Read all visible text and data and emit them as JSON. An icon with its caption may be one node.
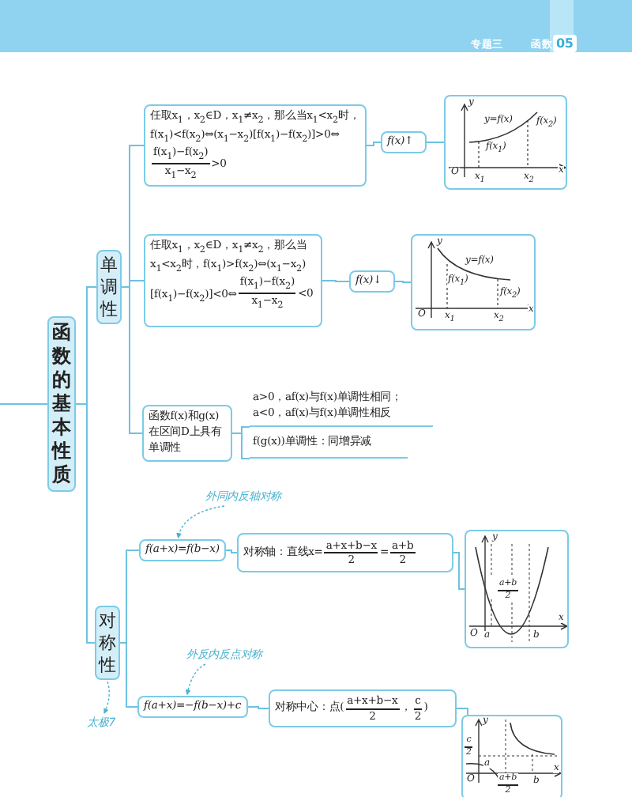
{
  "diagram": {
    "nodes": [
      {
        "text": [
          "函数的基本性质"
        ]
      },
      {
        "text": [
          "单调性"
        ]
      },
      {
        "text": [
          "对称性"
        ]
      },
      {
        "text": [
          "任取x$_{1}$，x$_{2}$∈D，x$_{1}$≠x$_{2}$，那么当x$_{1}$<x$_{2}$时，f(x$_{1}$)<f(x$_{2}$)⇔(x$_{1}$−x$_{2}$)[f(x$_{1}$)−f(x$_{2}$)]>0⇔",
          "f(x$_{1}$)−f(x$_{2}$)",
          "x$_{1}$−x$_{2}$",
          ">0"
        ]
      },
      {
        "text": [
          "f(x)↑"
        ]
      },
      {
        "text": [
          "y",
          "y=f(x)",
          "f(x$_{2}$)",
          "f(x$_{1}$)",
          "O",
          "x$_{1}$",
          "x$_{2}$",
          "x"
        ]
      },
      {
        "text": [
          "任取x$_{1}$，x$_{2}$∈D，x$_{1}$≠x$_{2}$，那么当x$_{1}$<x$_{2}$时，f(x$_{1}$)>f(x$_{2}$)⇔(x$_{1}$−x$_{2}$)[f(x$_{1}$)−f(x$_{2}$)]<0⇔",
          "f(x$_{1}$)−f(x$_{2}$)",
          "x$_{1}$−x$_{2}$",
          "<0"
        ]
      },
      {
        "text": [
          "f(x)↓"
        ]
      },
      {
        "text": [
          "y",
          "y=f(x)",
          "f(x$_{1}$)",
          "f(x$_{2}$)",
          "O",
          "x$_{1}$",
          "x$_{2}$",
          "x"
        ]
      },
      {
        "text": [
          "函数f(x)和g(x)在区间D上具有单调性"
        ]
      },
      {
        "text": [
          "a>0，af(x)与f(x)单调性相同；a<0，af(x)与f(x)单调性相反"
        ]
      },
      {
        "text": [
          "f(g(x))单调性：同增异减"
        ]
      },
      {
        "text": [
          "f(a+x)=f(b−x)"
        ]
      },
      {
        "text": [
          "对称轴：直线x=",
          "a+x+b−x",
          "2",
          "=",
          "a+b",
          "2"
        ]
      },
      {
        "text": [
          "y",
          "a+b",
          "2",
          "O",
          "a",
          "b",
          "x"
        ]
      },
      {
        "text": [
          "f(a+x)=−f(b−x)+c"
        ]
      },
      {
        "text": [
          "对称中心：点(",
          "a+x+b−x",
          "2",
          "，",
          "c",
          "2",
          ")"
        ]
      },
      {
        "text": [
          "y",
          "c",
          "2",
          "a",
          "O",
          "a+b",
          "2",
          "b",
          "x"
        ]
      },
      {
        "text": [
          "外同内反轴对称"
        ]
      },
      {
        "text": [
          "外反内反点对称"
        ]
      },
      {
        "text": [
          "太极7"
        ]
      }
    ],
    "edges": [
      {
        "from": null,
        "to": 0,
        "arrow": "none"
      },
      {
        "from": 0,
        "to": 1,
        "arrow": "none"
      },
      {
        "from": 0,
        "to": 2,
        "arrow": "none"
      },
      {
        "from": 1,
        "to": 3,
        "arrow": "none"
      },
      {
        "from": 1,
        "to": 6,
        "arrow": "none"
      },
      {
        "from": 1,
        "to": 9,
        "arrow": "none"
      },
      {
        "from": 3,
        "to": 4,
        "arrow": "none"
      },
      {
        "from": 4,
        "to": 5,
        "arrow": "none"
      },
      {
        "from": 6,
        "to": 7,
        "arrow": "none"
      },
      {
        "from": 7,
        "to": 8,
        "arrow": "none"
      },
      {
        "from": 9,
        "to": 10,
        "arrow": "none"
      },
      {
        "from": 9,
        "to": 11,
        "arrow": "none"
      },
      {
        "from": 2,
        "to": 12,
        "arrow": "none"
      },
      {
        "from": 2,
        "to": 15,
        "arrow": "none"
      },
      {
        "from": 12,
        "to": 13,
        "arrow": "none"
      },
      {
        "from": 13,
        "to": 14,
        "arrow": "none"
      },
      {
        "from": 15,
        "to": 16,
        "arrow": "none"
      },
      {
        "from": 16,
        "to": 17,
        "arrow": "none"
      },
      {
        "from": 18,
        "to": 12,
        "arrow": "to",
        "style": "dashed"
      },
      {
        "from": 19,
        "to": 15,
        "arrow": "to",
        "style": "dashed"
      },
      {
        "from": 2,
        "to": 20,
        "arrow": "to",
        "style": "dashed"
      }
    ],
    "labels": [
      "专题三",
      "函数",
      "05"
    ]
  }
}
